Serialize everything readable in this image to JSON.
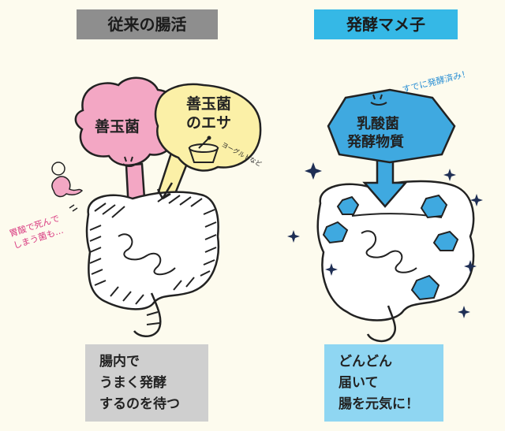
{
  "left": {
    "heading": "従来の腸活",
    "bubble_pink": "善玉菌",
    "bubble_yellow_line1": "善玉菌",
    "bubble_yellow_line2": "のエサ",
    "yogurt_note": "ヨーグルトなど",
    "stomach_note_line1": "胃酸で死んで",
    "stomach_note_line2": "しまう菌も…",
    "box_lines": [
      "腸内で",
      "うまく発酵",
      "するのを待つ"
    ]
  },
  "right": {
    "heading": "発酵マメ子",
    "fermented_note": "すでに発酵済み！",
    "hexagon_line1": "乳酸菌",
    "hexagon_line2": "発酵物質",
    "box_lines": [
      "どんどん",
      "届いて",
      "腸を元気に！"
    ]
  },
  "colors": {
    "background": "#fdfbee",
    "gray_heading": "#8e8e8e",
    "blue_heading": "#35b8e6",
    "pink_bubble": "#f3a7c4",
    "yellow_bubble": "#fbf0a7",
    "blue_bacteria": "#3fa9e0",
    "note_pink": "#d8387f",
    "note_blue": "#2a8fd4"
  }
}
